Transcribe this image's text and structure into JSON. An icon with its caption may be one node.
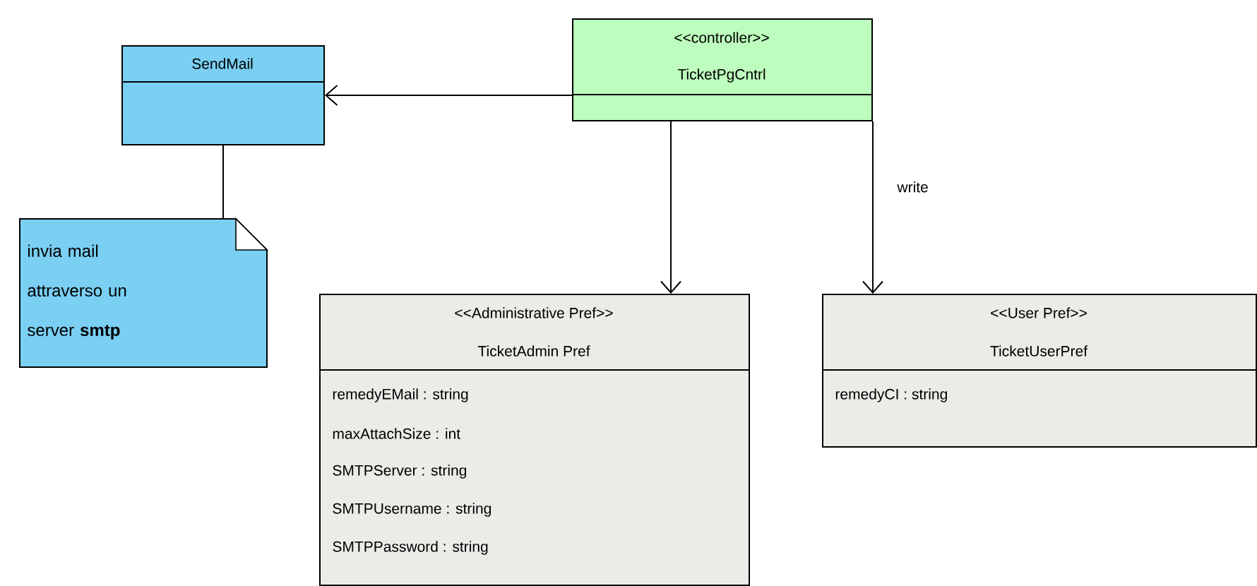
{
  "diagram": {
    "nodes": [
      {
        "text": [
          "SendMail"
        ]
      },
      {
        "text": [
          "<<controller>>",
          "TicketPgCntrl"
        ]
      },
      {
        "text": [
          "invia mail attraverso un server **smtp**"
        ]
      },
      {
        "text": [
          "<<Administrative Pref>>",
          "TicketAdmin Pref",
          "remedyEMail : string",
          "maxAttachSize : int",
          "SMTPServer : string",
          "SMTPUsername : string",
          "SMTPPassword : string"
        ]
      },
      {
        "text": [
          "<<User Pref>>",
          "TicketUserPref",
          "remedyCI : string"
        ]
      }
    ],
    "edges": [
      {
        "from": 1,
        "to": 0,
        "arrow": "to"
      },
      {
        "from": 0,
        "to": 2,
        "arrow": "none"
      },
      {
        "from": 1,
        "to": 3,
        "arrow": "to"
      },
      {
        "from": 1,
        "to": 4,
        "arrow": "to",
        "label": "write"
      }
    ]
  }
}
